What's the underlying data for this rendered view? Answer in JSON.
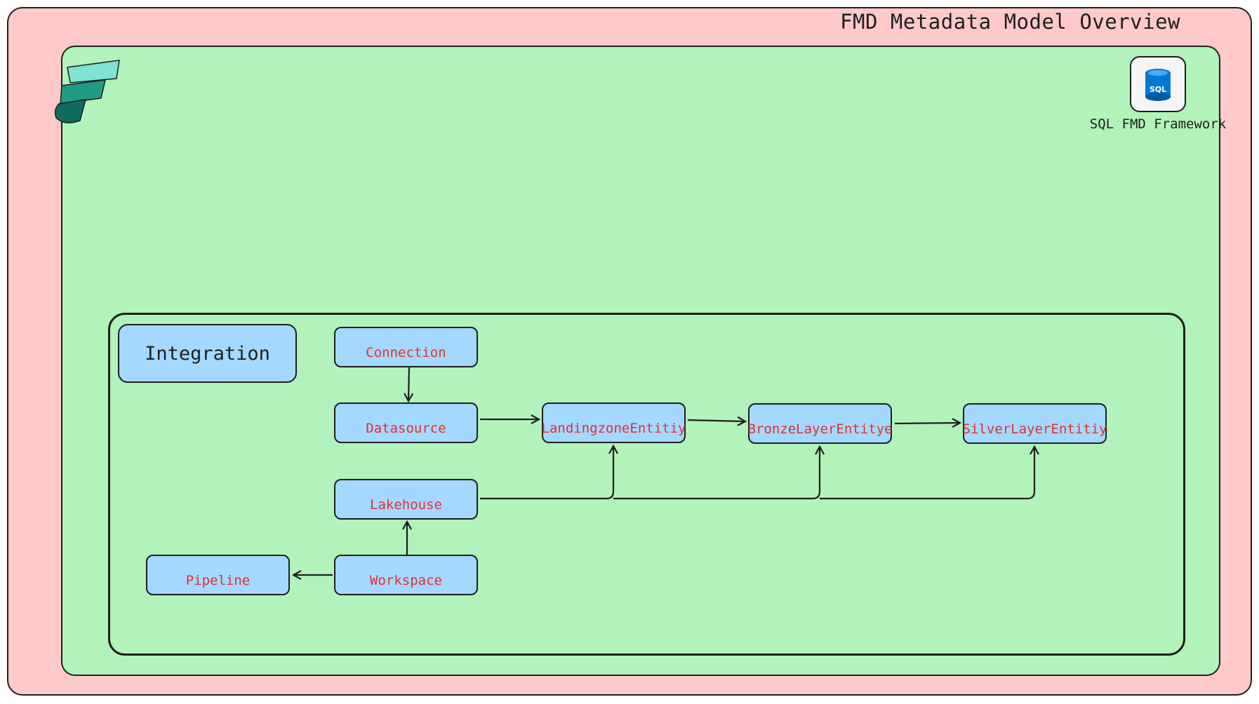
{
  "title": "FMD Metadata Model Overview",
  "sql": {
    "icon_text": "SQL",
    "label": "SQL FMD Framework"
  },
  "integration": {
    "label": "Integration"
  },
  "nodes": {
    "connection": "Connection",
    "datasource": "Datasource",
    "lakehouse": "Lakehouse",
    "workspace": "Workspace",
    "pipeline": "Pipeline",
    "landingzone": "LandingzoneEntitiy",
    "bronze": "BronzeLayerEntitye",
    "silver": "SilverLayerEntitiy"
  },
  "colors": {
    "outer_fill": "#ffc9c9",
    "inner_fill": "#b2f2bb",
    "node_fill": "#a5d8ff",
    "node_text": "#e03131",
    "stroke": "#1e1e1e"
  },
  "icons": {
    "logo": "fabric-logo-icon",
    "database": "sql-database-icon"
  }
}
